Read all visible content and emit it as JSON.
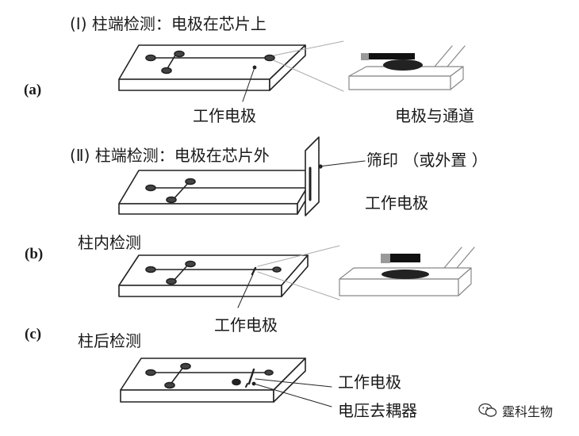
{
  "labels": {
    "panel_a": "(a)",
    "panel_b": "(b)",
    "panel_c": "(c)",
    "heading_I": "(Ⅰ) 柱端检测：电极在芯片上",
    "heading_II": "(Ⅱ) 柱端检测：电极在芯片外",
    "working_electrode_a": "工作电极",
    "electrode_channel": "电极与通道",
    "screen_print": "筛印 （或外置 ）",
    "working_electrode_II": "工作电极",
    "in_column": "柱内检测",
    "working_electrode_b": "工作电极",
    "post_column": "柱后检测",
    "working_electrode_c": "工作电极",
    "decoupler": "电压去耦器"
  },
  "watermark": {
    "text": "霆科生物",
    "icon": "wechat-bubble-icon"
  },
  "colors": {
    "line": "#222222",
    "chip_fill": "#ffffff",
    "electrode_dark": "#1a1a1a",
    "reservoir": "#444444",
    "gray_pad": "#9a9a9a"
  }
}
